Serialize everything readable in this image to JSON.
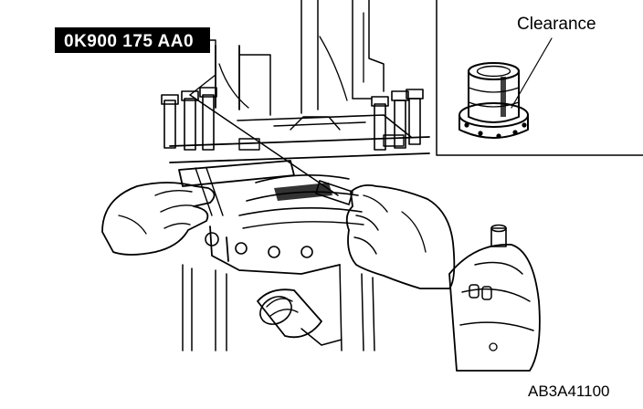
{
  "callouts": {
    "part_number": "0K900 175 AA0",
    "inset_label": "Clearance"
  },
  "figure_id": "AB3A41100",
  "colors": {
    "ink": "#000000",
    "paper": "#ffffff",
    "label_box": "#000000",
    "label_text": "#ffffff"
  }
}
